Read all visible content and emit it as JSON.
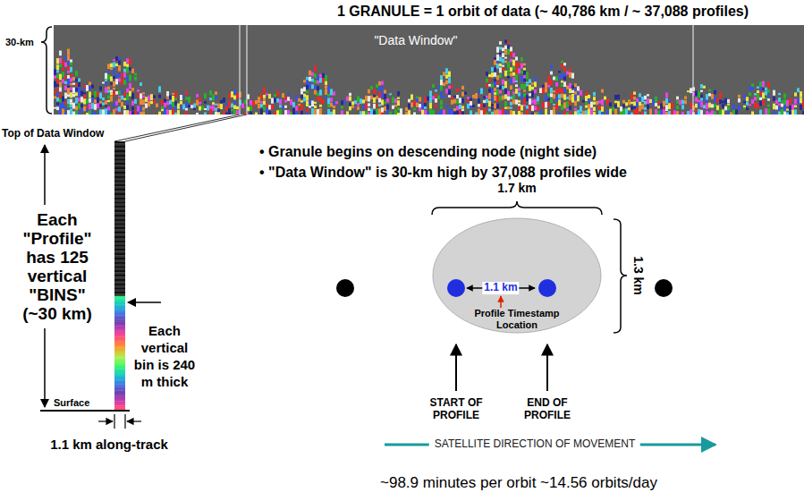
{
  "diagram": {
    "title": "1 GRANULE = 1 orbit of data (~ 40,786 km / ~ 37,088 profiles)",
    "nodes": [
      {
        "text": [
          "\"Data Window\""
        ]
      },
      {
        "text": [
          "1.1 km",
          "Profile Timestamp Location"
        ]
      }
    ],
    "labels": [
      "30-km",
      "Top of Data Window",
      "Each \"Profile\" has 125 vertical \"BINS\" (~30 km)",
      "Each vertical bin is 240 m thick",
      "Surface",
      "1.1 km along-track",
      "• Granule begins on descending node (night side)",
      "• \"Data Window\" is 30-km high by 37,088 profiles wide",
      "1.7 km",
      "1.3 km",
      "START OF PROFILE",
      "END OF PROFILE",
      "SATELLITE DIRECTION OF MOVEMENT",
      "~98.9 minutes per orbit ~14.56 orbits/day"
    ]
  }
}
